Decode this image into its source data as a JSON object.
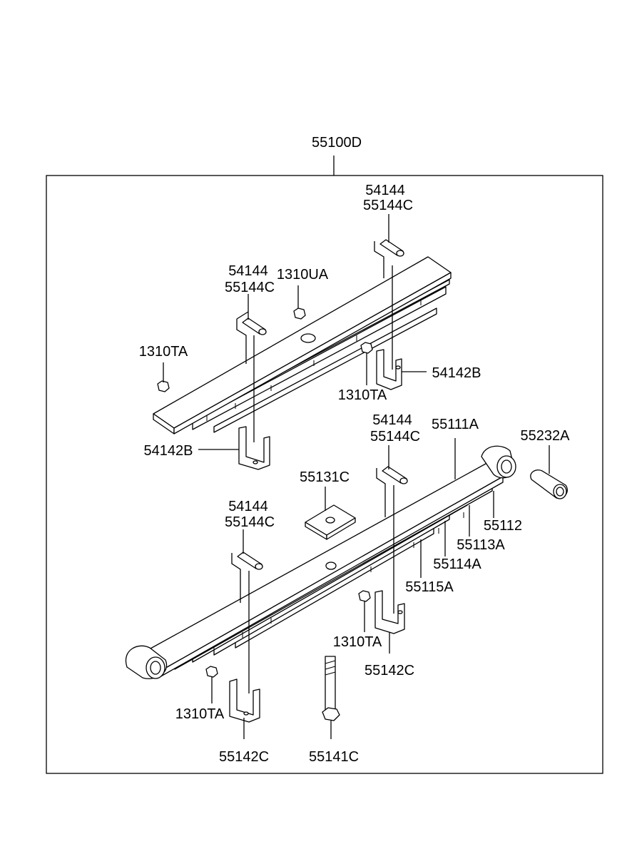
{
  "assembly_label": "55100D",
  "callouts": {
    "c1": [
      "54144",
      "55144C"
    ],
    "c2": [
      "54144",
      "55144C"
    ],
    "c3": [
      "1310UA"
    ],
    "c4": [
      "1310TA"
    ],
    "c5": [
      "1310TA"
    ],
    "c6": [
      "54142B"
    ],
    "c7": [
      "54142B"
    ],
    "c8": [
      "54144",
      "55144C"
    ],
    "c9": [
      "55111A"
    ],
    "c10": [
      "55232A"
    ],
    "c11": [
      "55131C"
    ],
    "c12": [
      "55112"
    ],
    "c13": [
      "55113A"
    ],
    "c14": [
      "55114A"
    ],
    "c15": [
      "55115A"
    ],
    "c16": [
      "54144",
      "55144C"
    ],
    "c17": [
      "1310TA"
    ],
    "c18": [
      "55142C"
    ],
    "c19": [
      "1310TA"
    ],
    "c20": [
      "55142C"
    ],
    "c21": [
      "55141C"
    ]
  }
}
